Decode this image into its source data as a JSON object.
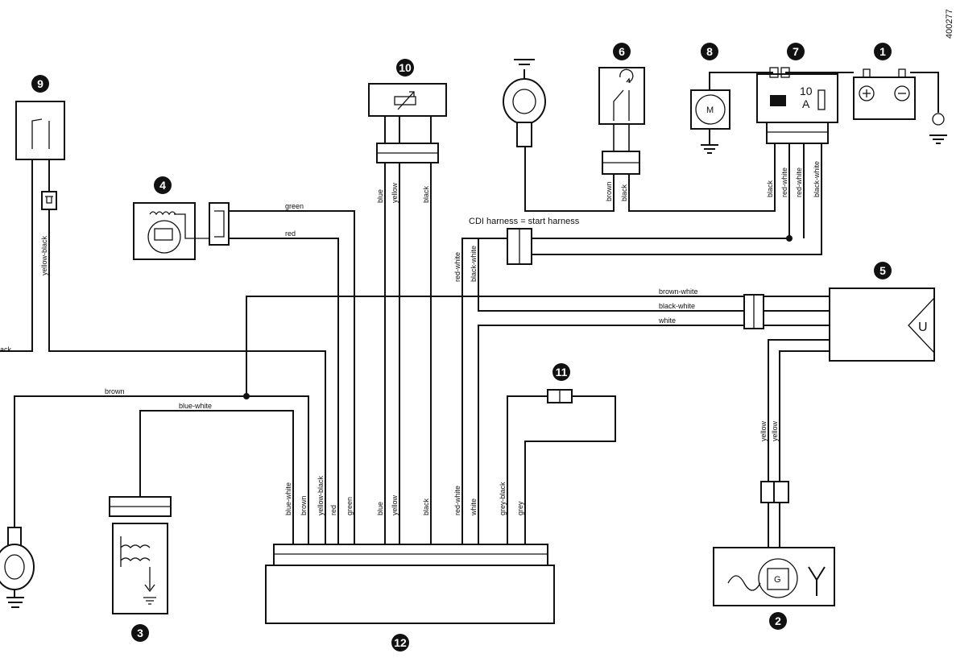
{
  "doc_id": "400277",
  "callouts": {
    "n1": "1",
    "n2": "2",
    "n3": "3",
    "n4": "4",
    "n5": "5",
    "n6": "6",
    "n7": "7",
    "n8": "8",
    "n9": "9",
    "n10": "10",
    "n11": "11",
    "n12": "12"
  },
  "fuse": {
    "value": "10",
    "unit": "A"
  },
  "motor_label": "M",
  "generator_label": "G",
  "cdi_unit_label": "U",
  "harness_note": "CDI harness = start harness",
  "wire_labels": {
    "ack": "ack",
    "yellow_black_9": "yellow-black",
    "green_4": "green",
    "red_4": "red",
    "brown_top": "brown",
    "blue_white_top": "blue-white",
    "brown_white_5": "brown-white",
    "black_white_5": "black-white",
    "white_5": "white",
    "blue_10": "blue",
    "yellow_10": "yellow",
    "black_10": "black",
    "brown_6": "brown",
    "black_6": "black",
    "black_7": "black",
    "red_white_7a": "red-white",
    "red_white_7b": "red-white",
    "black_white_7": "black-white",
    "red_white_cdi": "red-white",
    "black_white_cdi": "black-white",
    "yellow_2a": "yellow",
    "yellow_2b": "yellow",
    "b_blue_white": "blue-white",
    "b_brown": "brown",
    "b_yellow_black": "yellow-black",
    "b_red": "red",
    "b_green": "green",
    "b_blue": "blue",
    "b_yellow": "yellow",
    "b_black": "black",
    "b_red_white": "red-white",
    "b_white": "white",
    "b_grey_black": "grey-black",
    "b_grey": "grey"
  }
}
